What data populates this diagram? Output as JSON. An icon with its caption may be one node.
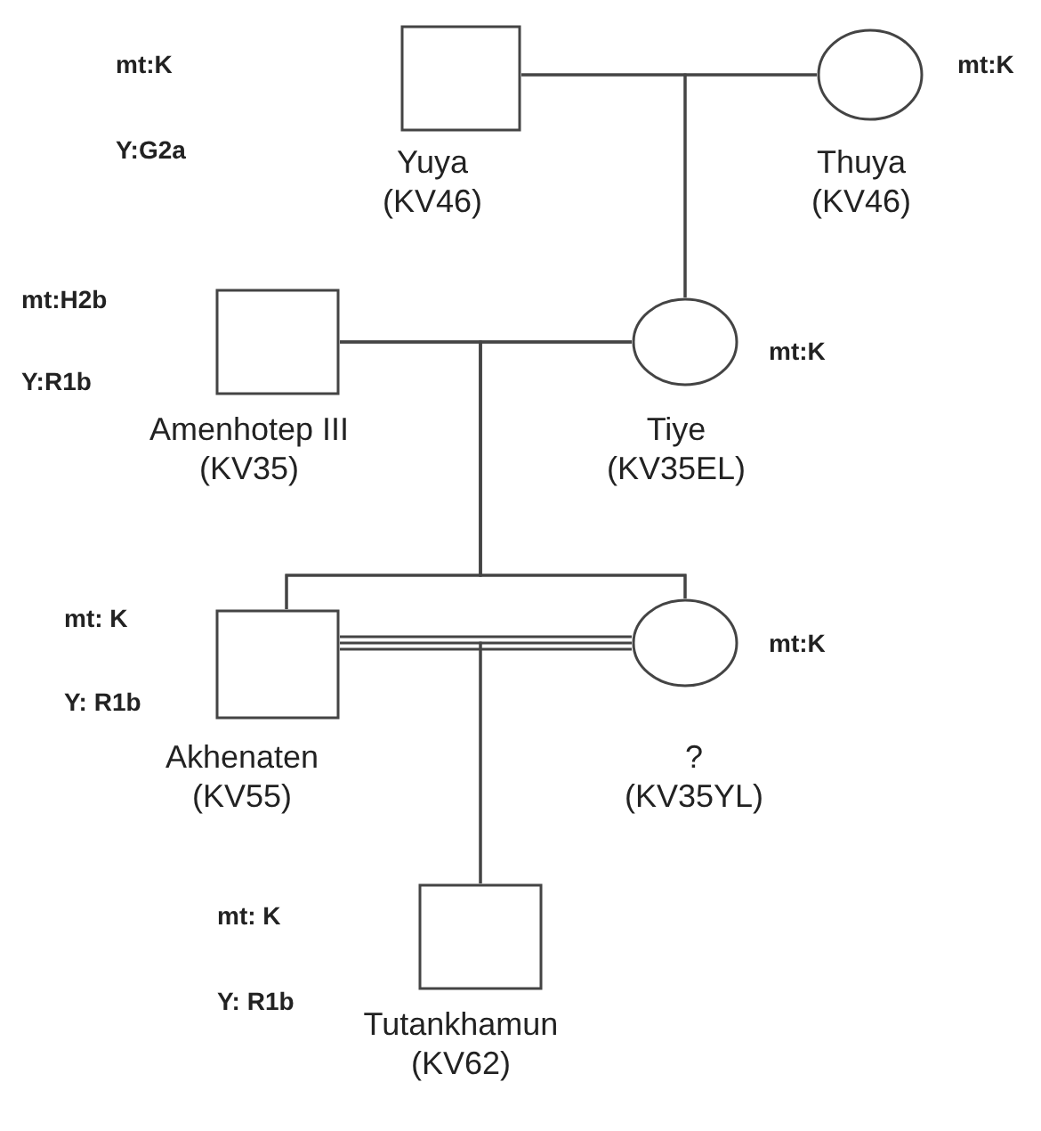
{
  "diagram": {
    "nodes": [
      {
        "text": [
          "Yuya (KV46)"
        ],
        "beside": [
          "mt:K",
          "Y:G2a"
        ]
      },
      {
        "text": [
          "Thuya (KV46)"
        ],
        "beside": [
          "mt:K"
        ]
      },
      {
        "text": [
          "Amenhotep III (KV35)"
        ],
        "beside": [
          "mt:H2b",
          "Y:R1b"
        ]
      },
      {
        "text": [
          "Tiye (KV35EL)"
        ],
        "beside": [
          "mt:K"
        ]
      },
      {
        "text": [
          "Akhenaten (KV55)"
        ],
        "beside": [
          "mt: K",
          "Y: R1b"
        ]
      },
      {
        "text": [
          "? (KV35YL)"
        ],
        "beside": [
          "mt:K"
        ]
      },
      {
        "text": [
          "Tutankhamun (KV62)"
        ],
        "beside": [
          "mt: K",
          "Y: R1b"
        ]
      }
    ],
    "edges": [
      {
        "from": 0,
        "to": 1,
        "arrow": "none"
      },
      {
        "from": 0,
        "to": 3,
        "arrow": "none"
      },
      {
        "from": 1,
        "to": 3,
        "arrow": "none"
      },
      {
        "from": 2,
        "to": 3,
        "arrow": "none"
      },
      {
        "from": 2,
        "to": 4,
        "arrow": "none"
      },
      {
        "from": 2,
        "to": 5,
        "arrow": "none"
      },
      {
        "from": 3,
        "to": 4,
        "arrow": "none"
      },
      {
        "from": 3,
        "to": 5,
        "arrow": "none"
      },
      {
        "from": 4,
        "to": 5,
        "arrow": "none"
      },
      {
        "from": 4,
        "to": 6,
        "arrow": "none"
      },
      {
        "from": 5,
        "to": 6,
        "arrow": "none"
      }
    ]
  }
}
